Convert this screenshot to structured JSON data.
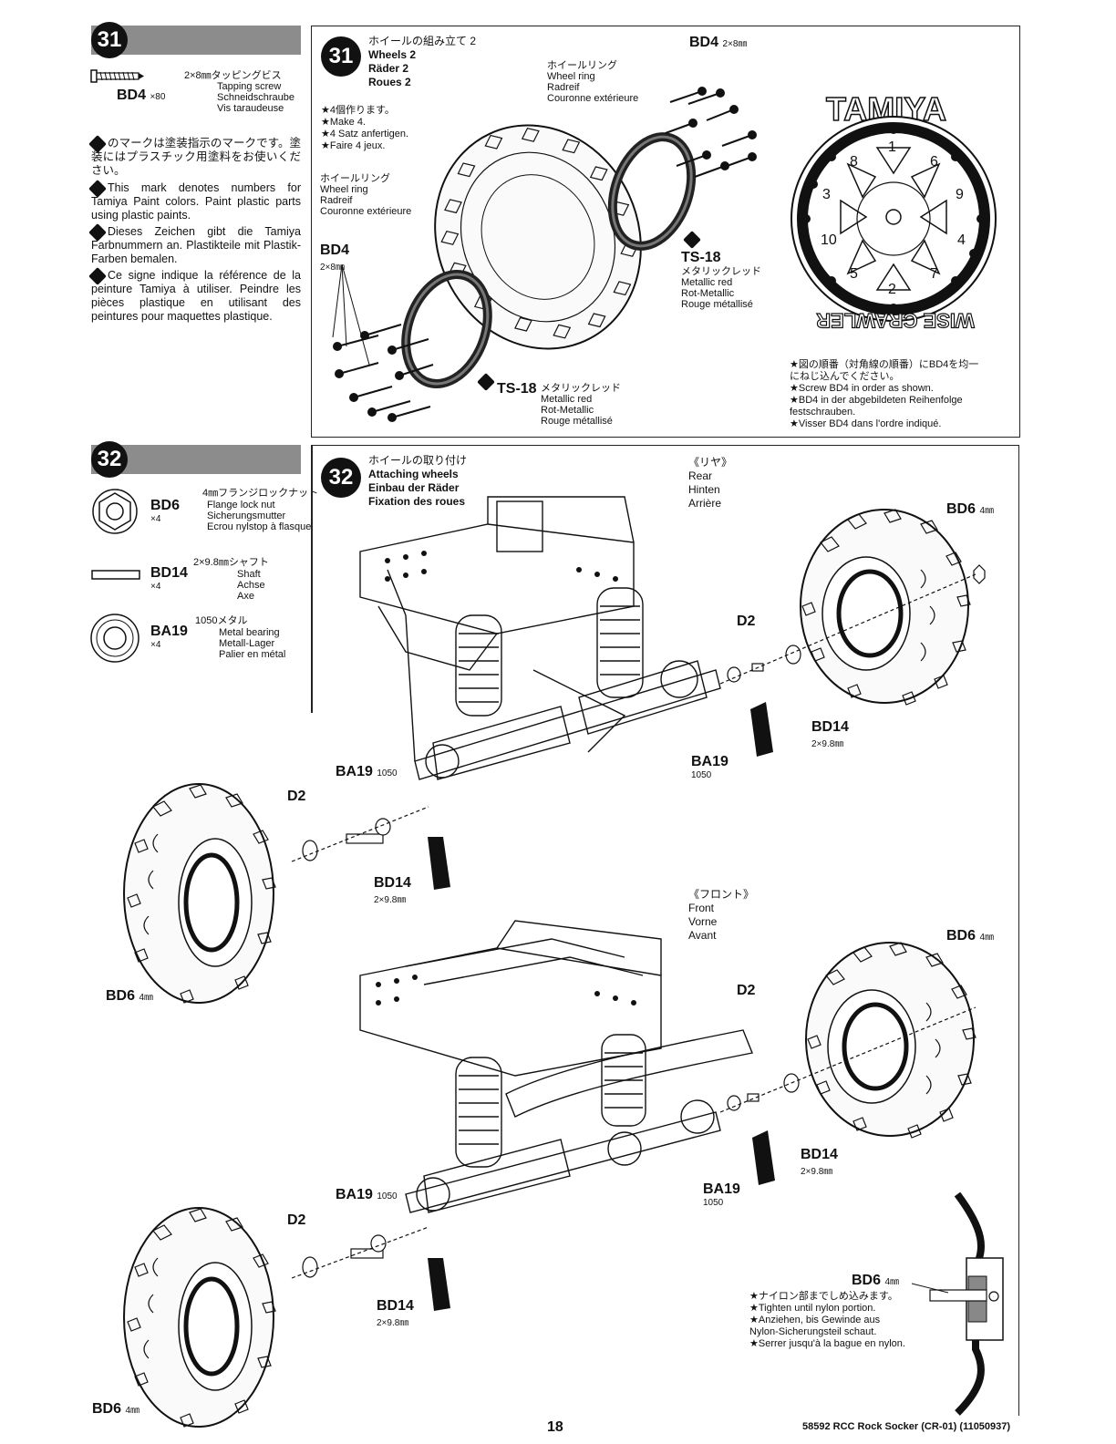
{
  "step31": {
    "number": "31",
    "part": {
      "code": "BD4",
      "qty": "×80",
      "spec_jp": "2×8㎜タッピングビス",
      "names": [
        "Tapping screw",
        "Schneidschraube",
        "Vis taraudeuse"
      ]
    },
    "paint_note": {
      "jp": "のマークは塗装指示のマークです。塗装にはプラスチック用塗料をお使いください。",
      "en": "This mark denotes numbers for Tamiya Paint colors. Paint plastic parts using plastic paints.",
      "de": "Dieses Zeichen gibt die Tamiya Farbnummern an. Plastikteile mit Plastik-Farben bemalen.",
      "fr": "Ce signe indique la référence de la peinture Tamiya à utiliser. Peindre les pièces plastique en utilisant des peintures pour maquettes plastique."
    },
    "title": [
      "ホイールの組み立て 2",
      "Wheels 2",
      "Räder 2",
      "Roues 2"
    ],
    "make_note": [
      "★4個作ります。",
      "★Make 4.",
      "★4 Satz anfertigen.",
      "★Faire 4 jeux."
    ],
    "wheel_ring_left": [
      "ホイールリング",
      "Wheel ring",
      "Radreif",
      "Couronne extérieure"
    ],
    "wheel_ring_top": [
      "ホイールリング",
      "Wheel ring",
      "Radreif",
      "Couronne extérieure"
    ],
    "bd4_label": "BD4",
    "bd4_spec": "2×8㎜",
    "paint_ts18": {
      "code": "TS-18",
      "names": [
        "メタリックレッド",
        "Metallic red",
        "Rot-Metallic",
        "Rouge métallisé"
      ]
    },
    "screw_order_note": [
      "★図の順番（対角線の順番）にBD4を均一",
      "にねじ込んでください。",
      "★Screw BD4 in order as shown.",
      "★BD4 in der abgebildeten Reihenfolge",
      "festschrauben.",
      "★Visser BD4 dans l'ordre indiqué."
    ],
    "rim_brand": "TAMIYA",
    "rim_text2": "WISE CRAWLER",
    "bolt_order": [
      "1",
      "2",
      "3",
      "4",
      "5",
      "6",
      "7",
      "8",
      "9",
      "10"
    ]
  },
  "step32": {
    "number": "32",
    "parts": [
      {
        "code": "BD6",
        "qty": "×4",
        "spec_jp": "4㎜フランジロックナット",
        "names": [
          "Flange lock nut",
          "Sicherungsmutter",
          "Ecrou nylstop à flasque"
        ]
      },
      {
        "code": "BD14",
        "qty": "×4",
        "spec_jp": "2×9.8㎜シャフト",
        "names": [
          "Shaft",
          "Achse",
          "Axe"
        ]
      },
      {
        "code": "BA19",
        "qty": "×4",
        "spec_jp": "1050メタル",
        "names": [
          "Metal bearing",
          "Metall-Lager",
          "Palier en métal"
        ]
      }
    ],
    "title": [
      "ホイールの取り付け",
      "Attaching wheels",
      "Einbau der Räder",
      "Fixation des roues"
    ],
    "rear": [
      "《リヤ》",
      "Rear",
      "Hinten",
      "Arrière"
    ],
    "front": [
      "《フロント》",
      "Front",
      "Vorne",
      "Avant"
    ],
    "labels": {
      "bd6": "BD6",
      "bd6_spec": "4㎜",
      "d2": "D2",
      "bd14": "BD14",
      "bd14_spec": "2×9.8㎜",
      "ba19": "BA19",
      "ba19_spec": "1050"
    },
    "tighten_note": [
      "★ナイロン部までしめ込みます。",
      "★Tighten until nylon portion.",
      "★Anziehen, bis Gewinde aus",
      "Nylon-Sicherungsteil schaut.",
      "★Serrer jusqu'à la bague en nylon."
    ]
  },
  "footer": {
    "page": "18",
    "model": "58592 RCC Rock Socker (CR-01) (11050937)"
  }
}
